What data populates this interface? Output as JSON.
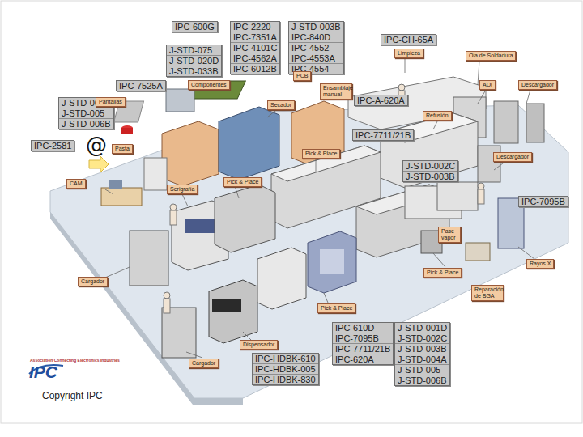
{
  "diagram": {
    "nodes": [
      {
        "text": [
          "IPC-600G"
        ]
      },
      {
        "text": [
          "IPC-2220",
          "IPC-7351A",
          "IPC-4101C",
          "IPC-4562A",
          "IPC-6012B"
        ]
      },
      {
        "text": [
          "J-STD-003B",
          "IPC-840D",
          "IPC-4552",
          "IPC-4553A",
          "IPC-4554"
        ]
      },
      {
        "text": [
          "J-STD-075",
          "J-STD-020D",
          "J-STD-033B"
        ]
      },
      {
        "text": [
          "IPC-CH-65A"
        ]
      },
      {
        "text": [
          "Limpieza"
        ]
      },
      {
        "text": [
          "Ola de Soldadura"
        ]
      },
      {
        "text": [
          "IPC-7525A"
        ]
      },
      {
        "text": [
          "Componentes"
        ]
      },
      {
        "text": [
          "PCB"
        ]
      },
      {
        "text": [
          "Ensamblaje manual"
        ]
      },
      {
        "text": [
          "AOI"
        ]
      },
      {
        "text": [
          "Descargador"
        ]
      },
      {
        "text": [
          "J-STD-004B",
          "J-STD-005",
          "J-STD-006B"
        ]
      },
      {
        "text": [
          "Pantallas"
        ]
      },
      {
        "text": [
          "Secador"
        ]
      },
      {
        "text": [
          "IPC-A-620A"
        ]
      },
      {
        "text": [
          "Refusión"
        ]
      },
      {
        "text": [
          "IPC-7711/21B"
        ]
      },
      {
        "text": [
          "IPC-2581"
        ]
      },
      {
        "text": [
          "Pasta"
        ]
      },
      {
        "text": [
          "Pick & Place"
        ]
      },
      {
        "text": [
          "Descargador"
        ]
      },
      {
        "text": [
          "J-STD-002C",
          "J-STD-003B"
        ]
      },
      {
        "text": [
          "CAM"
        ]
      },
      {
        "text": [
          "Serigrafía"
        ]
      },
      {
        "text": [
          "Pick & Place"
        ]
      },
      {
        "text": [
          "IPC-7095B"
        ]
      },
      {
        "text": [
          "Pase vapor"
        ]
      },
      {
        "text": [
          "Rayos X"
        ]
      },
      {
        "text": [
          "Pick & Place"
        ]
      },
      {
        "text": [
          "Cargador"
        ]
      },
      {
        "text": [
          "Reparación de BGA"
        ]
      },
      {
        "text": [
          "Pick & Place"
        ]
      },
      {
        "text": [
          "IPC-610D",
          "IPC-7095B",
          "IPC-7711/21B",
          "IPC-620A"
        ]
      },
      {
        "text": [
          "J-STD-001D",
          "J-STD-002C",
          "J-STD-003B",
          "J-STD-004A",
          "J-STD-005",
          "J-STD-006B"
        ]
      },
      {
        "text": [
          "Dispensador"
        ]
      },
      {
        "text": [
          "IPC-HDBK-610",
          "IPC-HDBK-005",
          "IPC-HDBK-830"
        ]
      },
      {
        "text": [
          "Cargador"
        ]
      }
    ],
    "labels": [
      "@",
      "Association Connecting Electronics Industries",
      "IPC",
      "Copyright IPC"
    ]
  }
}
